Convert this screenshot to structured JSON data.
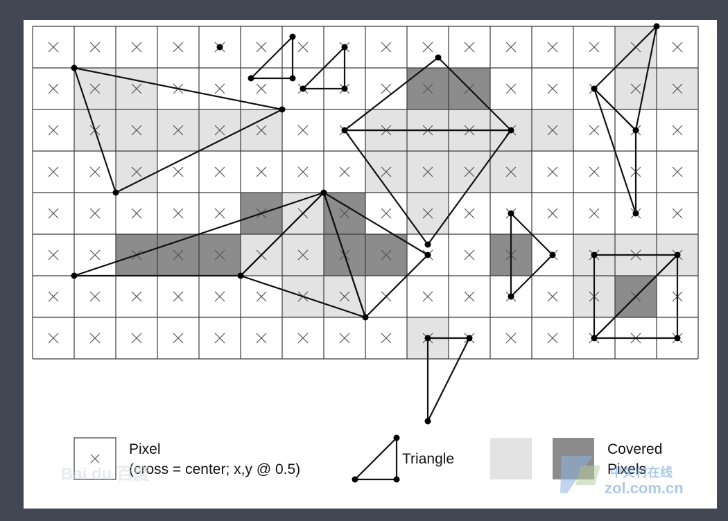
{
  "colors": {
    "background": "#424753",
    "panel": "#ffffff",
    "light_pixel": "#e3e3e3",
    "dark_pixel": "#8c8c8c"
  },
  "grid": {
    "columns": 16,
    "rows": 8,
    "light_pixels": [
      [
        14,
        0
      ],
      [
        1,
        1
      ],
      [
        2,
        1
      ],
      [
        14,
        1
      ],
      [
        15,
        1
      ],
      [
        1,
        2
      ],
      [
        2,
        2
      ],
      [
        3,
        2
      ],
      [
        4,
        2
      ],
      [
        5,
        2
      ],
      [
        8,
        2
      ],
      [
        9,
        2
      ],
      [
        10,
        2
      ],
      [
        11,
        2
      ],
      [
        12,
        2
      ],
      [
        2,
        3
      ],
      [
        8,
        3
      ],
      [
        9,
        3
      ],
      [
        10,
        3
      ],
      [
        11,
        3
      ],
      [
        6,
        4
      ],
      [
        9,
        4
      ],
      [
        5,
        5
      ],
      [
        6,
        5
      ],
      [
        13,
        5
      ],
      [
        14,
        5
      ],
      [
        15,
        5
      ],
      [
        6,
        6
      ],
      [
        7,
        6
      ],
      [
        13,
        6
      ],
      [
        9,
        7
      ]
    ],
    "dark_pixels": [
      [
        9,
        1
      ],
      [
        10,
        1
      ],
      [
        5,
        4
      ],
      [
        7,
        4
      ],
      [
        2,
        5
      ],
      [
        3,
        5
      ],
      [
        4,
        5
      ],
      [
        7,
        5
      ],
      [
        8,
        5
      ],
      [
        11,
        5
      ],
      [
        14,
        6
      ]
    ]
  },
  "triangles": [
    {
      "name": "triangle-tall-right",
      "points": [
        [
          15.0,
          0.0
        ],
        [
          13.5,
          1.5
        ],
        [
          14.5,
          2.5
        ]
      ]
    },
    {
      "name": "triangle-thin-right",
      "points": [
        [
          13.5,
          1.5
        ],
        [
          14.5,
          2.5
        ],
        [
          14.5,
          4.5
        ]
      ]
    },
    {
      "name": "triangle-small-a",
      "points": [
        [
          6.25,
          0.25
        ],
        [
          6.25,
          1.25
        ],
        [
          5.25,
          1.25
        ]
      ]
    },
    {
      "name": "triangle-small-b",
      "points": [
        [
          7.5,
          0.5
        ],
        [
          7.5,
          1.5
        ],
        [
          6.5,
          1.5
        ]
      ]
    },
    {
      "name": "triangle-large-left",
      "points": [
        [
          1.0,
          1.0
        ],
        [
          6.0,
          2.0
        ],
        [
          2.0,
          4.0
        ]
      ]
    },
    {
      "name": "triangle-diamond-top",
      "points": [
        [
          9.75,
          0.75
        ],
        [
          7.5,
          2.5
        ],
        [
          11.5,
          2.5
        ]
      ]
    },
    {
      "name": "triangle-diamond-bottom",
      "points": [
        [
          7.5,
          2.5
        ],
        [
          11.5,
          2.5
        ],
        [
          9.5,
          5.25
        ]
      ]
    },
    {
      "name": "triangle-long-left",
      "points": [
        [
          1.0,
          6.0
        ],
        [
          7.0,
          4.0
        ],
        [
          5.0,
          6.0
        ]
      ]
    },
    {
      "name": "triangle-center-a",
      "points": [
        [
          7.0,
          4.0
        ],
        [
          5.0,
          6.0
        ],
        [
          8.0,
          7.0
        ]
      ]
    },
    {
      "name": "triangle-center-b",
      "points": [
        [
          7.0,
          4.0
        ],
        [
          8.0,
          7.0
        ],
        [
          9.5,
          5.5
        ]
      ]
    },
    {
      "name": "triangle-arrow",
      "points": [
        [
          11.5,
          4.5
        ],
        [
          11.5,
          6.5
        ],
        [
          12.5,
          5.5
        ]
      ]
    },
    {
      "name": "triangle-square-upper",
      "points": [
        [
          13.5,
          5.5
        ],
        [
          15.5,
          5.5
        ],
        [
          13.5,
          7.5
        ]
      ]
    },
    {
      "name": "triangle-square-lower",
      "points": [
        [
          15.5,
          5.5
        ],
        [
          13.5,
          7.5
        ],
        [
          15.5,
          7.5
        ]
      ]
    },
    {
      "name": "triangle-bottom",
      "points": [
        [
          9.5,
          7.5
        ],
        [
          10.5,
          7.5
        ],
        [
          9.5,
          9.5
        ]
      ]
    }
  ],
  "isolated_vertices": [
    [
      4.5,
      0.5
    ]
  ],
  "legend": {
    "pixel_label": "Pixel",
    "pixel_caption": "(cross = center; x,y @ 0.5)",
    "triangle_label": "Triangle",
    "covered_label_1": "Covered",
    "covered_label_2": "Pixels"
  },
  "watermarks": {
    "left": "Bai du 百度",
    "right_top": "中关村在线",
    "right_bottom": "zol.com.cn"
  }
}
